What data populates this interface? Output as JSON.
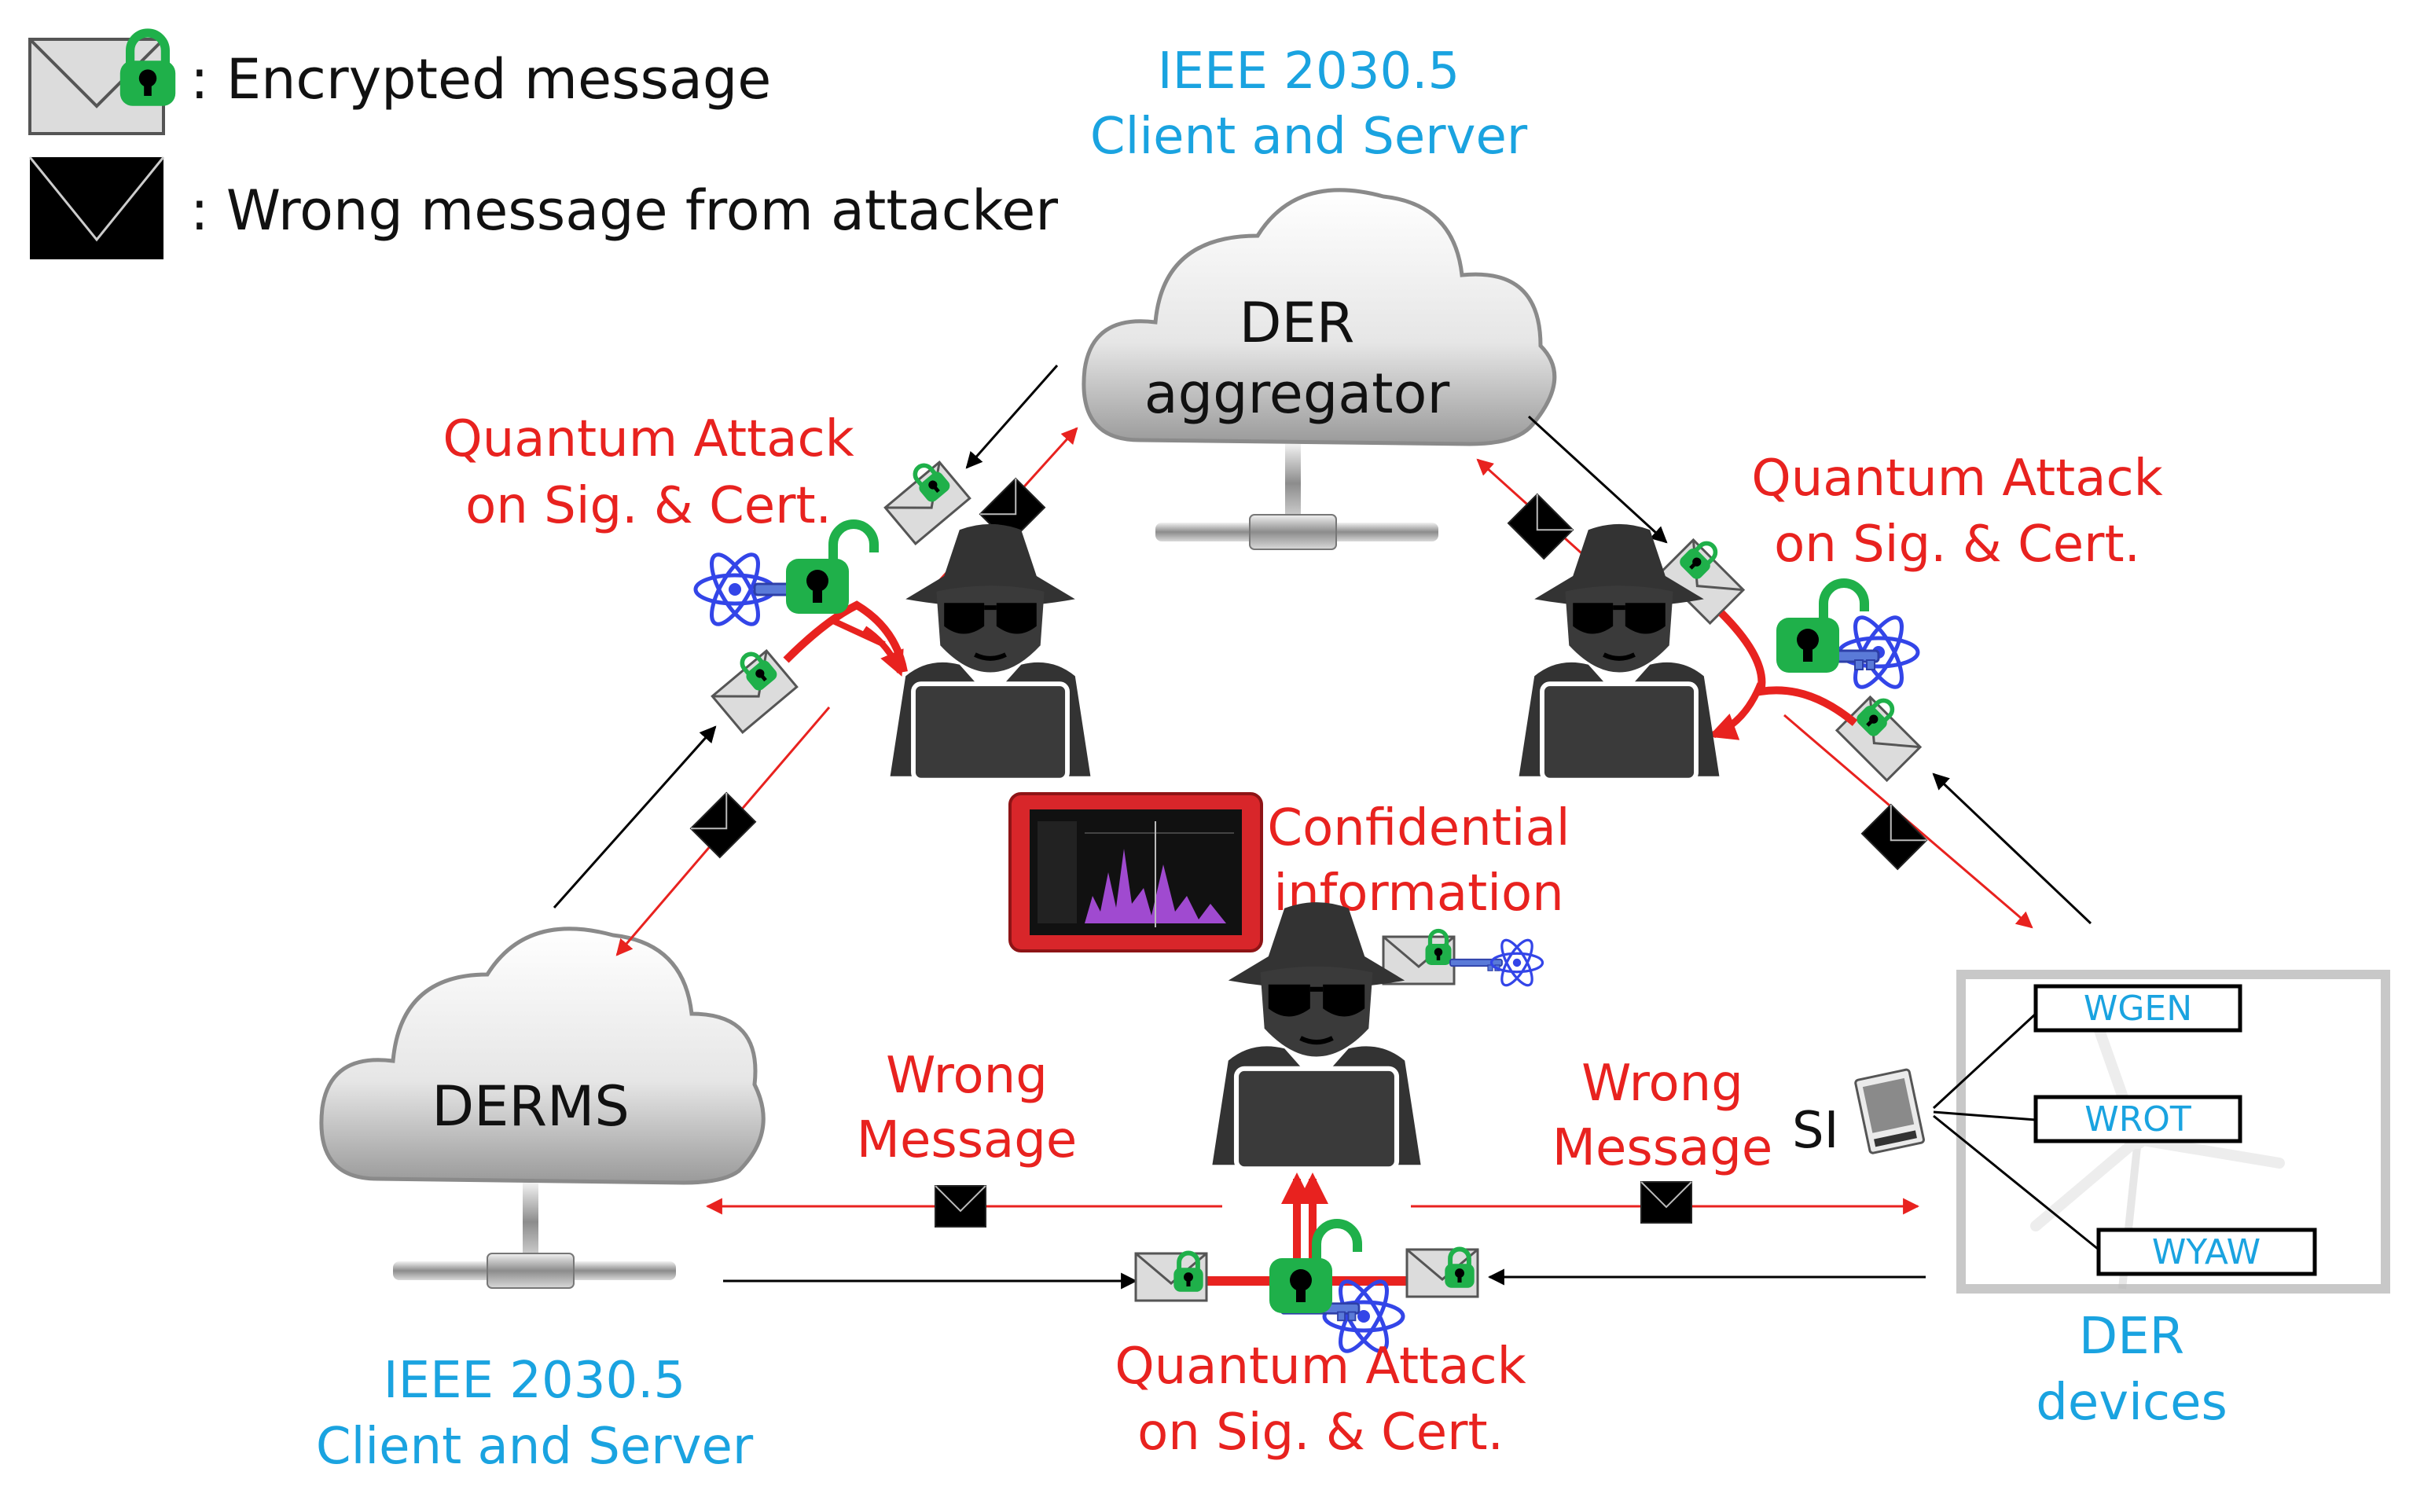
{
  "legend": {
    "encrypted": ": Encrypted message",
    "wrong": ": Wrong message from attacker"
  },
  "nodes": {
    "aggregator": {
      "line1": "DER",
      "line2": "aggregator"
    },
    "derms": "DERMS",
    "si": "SI"
  },
  "protocol": {
    "top_line1": "IEEE 2030.5",
    "top_line2": "Client and Server",
    "bottom_line1": "IEEE 2030.5",
    "bottom_line2": "Client and Server"
  },
  "attacks": {
    "left_line1": "Quantum Attack",
    "left_line2": "on Sig. & Cert.",
    "right_line1": "Quantum Attack",
    "right_line2": "on Sig. & Cert.",
    "bottom_line1": "Quantum Attack",
    "bottom_line2": "on Sig. & Cert."
  },
  "confidential": {
    "line1": "Confidential",
    "line2": "information"
  },
  "wrong_message": {
    "left_line1": "Wrong",
    "left_line2": "Message",
    "right_line1": "Wrong",
    "right_line2": "Message"
  },
  "der_devices": {
    "items": [
      "WGEN",
      "WROT",
      "WYAW"
    ],
    "caption_line1": "DER",
    "caption_line2": "devices"
  },
  "colors": {
    "red": "#e8221f",
    "blue": "#1aa3e0",
    "lock_green": "#1fb04a",
    "atom_blue": "#3345e8"
  }
}
